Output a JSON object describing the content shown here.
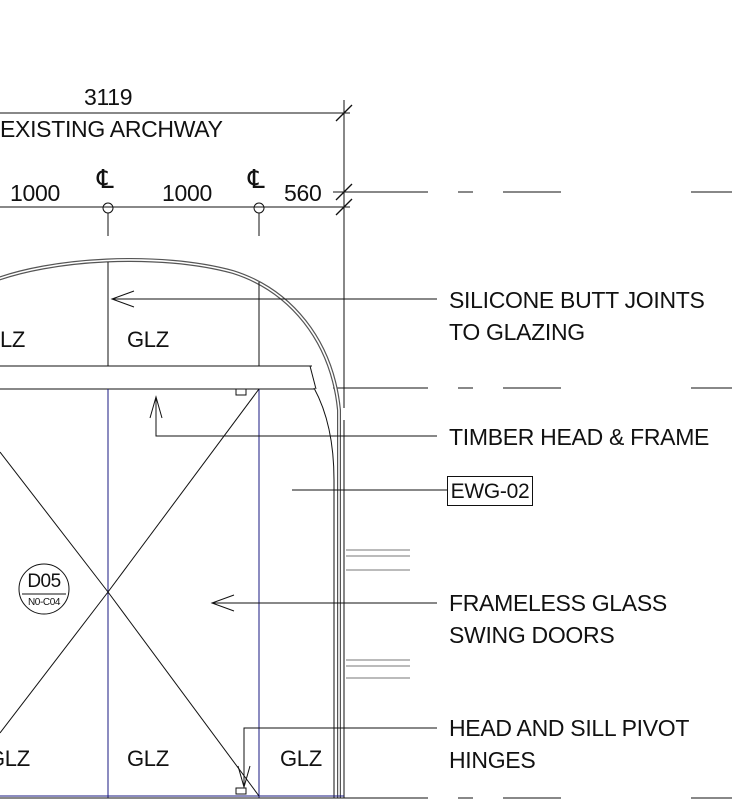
{
  "dimensions": {
    "overall": "3119",
    "overall_note": "EXISTING ARCHWAY",
    "segments": [
      "1000",
      "1000",
      "560"
    ],
    "centerline_symbol": "℄"
  },
  "panels": [
    "LZ",
    "GLZ",
    "GLZ",
    "GLZ",
    "GLZ"
  ],
  "door_tag": {
    "code": "D05",
    "ref": "N0-C04"
  },
  "callouts": {
    "silicone_1": "SILICONE BUTT JOINTS",
    "silicone_2": "TO GLAZING",
    "timber": "TIMBER HEAD & FRAME",
    "ewg": "EWG-02",
    "frameless_1": "FRAMELESS GLASS",
    "frameless_2": "SWING DOORS",
    "hinges_1": "HEAD AND SILL PIVOT",
    "hinges_2": "HINGES"
  },
  "colors": {
    "line": "#111111",
    "door_frame": "#1a1a80",
    "dim": "#444444"
  }
}
